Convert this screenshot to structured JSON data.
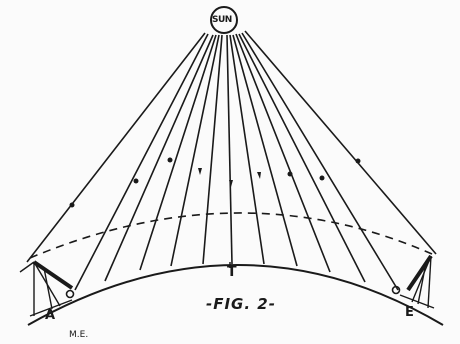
{
  "labels": {
    "sun": "SUN",
    "point_a": "A",
    "point_e": "E",
    "point_t": "T",
    "figure": "-FIG. 2-",
    "initials": "M.E."
  },
  "colors": {
    "ink": "#1a1a1a",
    "paper": "#fbfbfb"
  }
}
